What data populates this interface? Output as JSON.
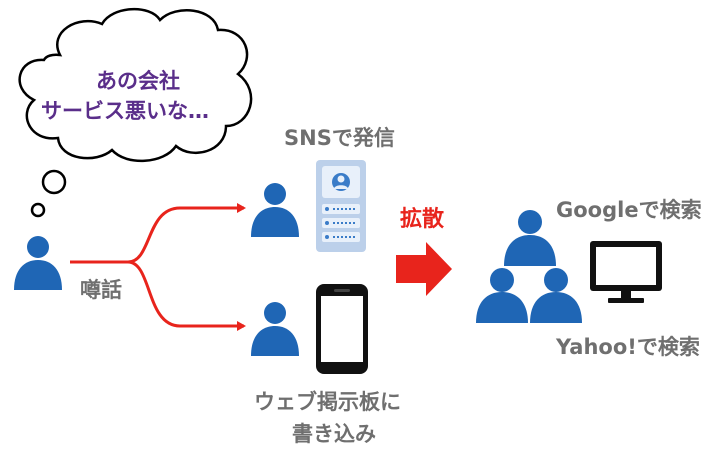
{
  "thought": {
    "line1": "あの会社",
    "line2": "サービス悪いな…"
  },
  "labels": {
    "rumor": "噂話",
    "sns_post": "SNSで発信",
    "web_post_line1": "ウェブ掲示板に",
    "web_post_line2": "書き込み",
    "spread": "拡散",
    "google_search": "Googleで検索",
    "yahoo_search": "Yahoo!で検索"
  },
  "colors": {
    "person": "#1f66b5",
    "arrow": "#e8241c",
    "label_text": "#6f6f6f",
    "thought_text": "#5a2e8a",
    "server_body": "#bcd0ea",
    "phone_body": "#111111",
    "monitor_body": "#111111"
  },
  "icons": [
    "person-icon",
    "thought-bubble",
    "server-icon",
    "smartphone-icon",
    "monitor-icon",
    "arrow-right-icon"
  ]
}
